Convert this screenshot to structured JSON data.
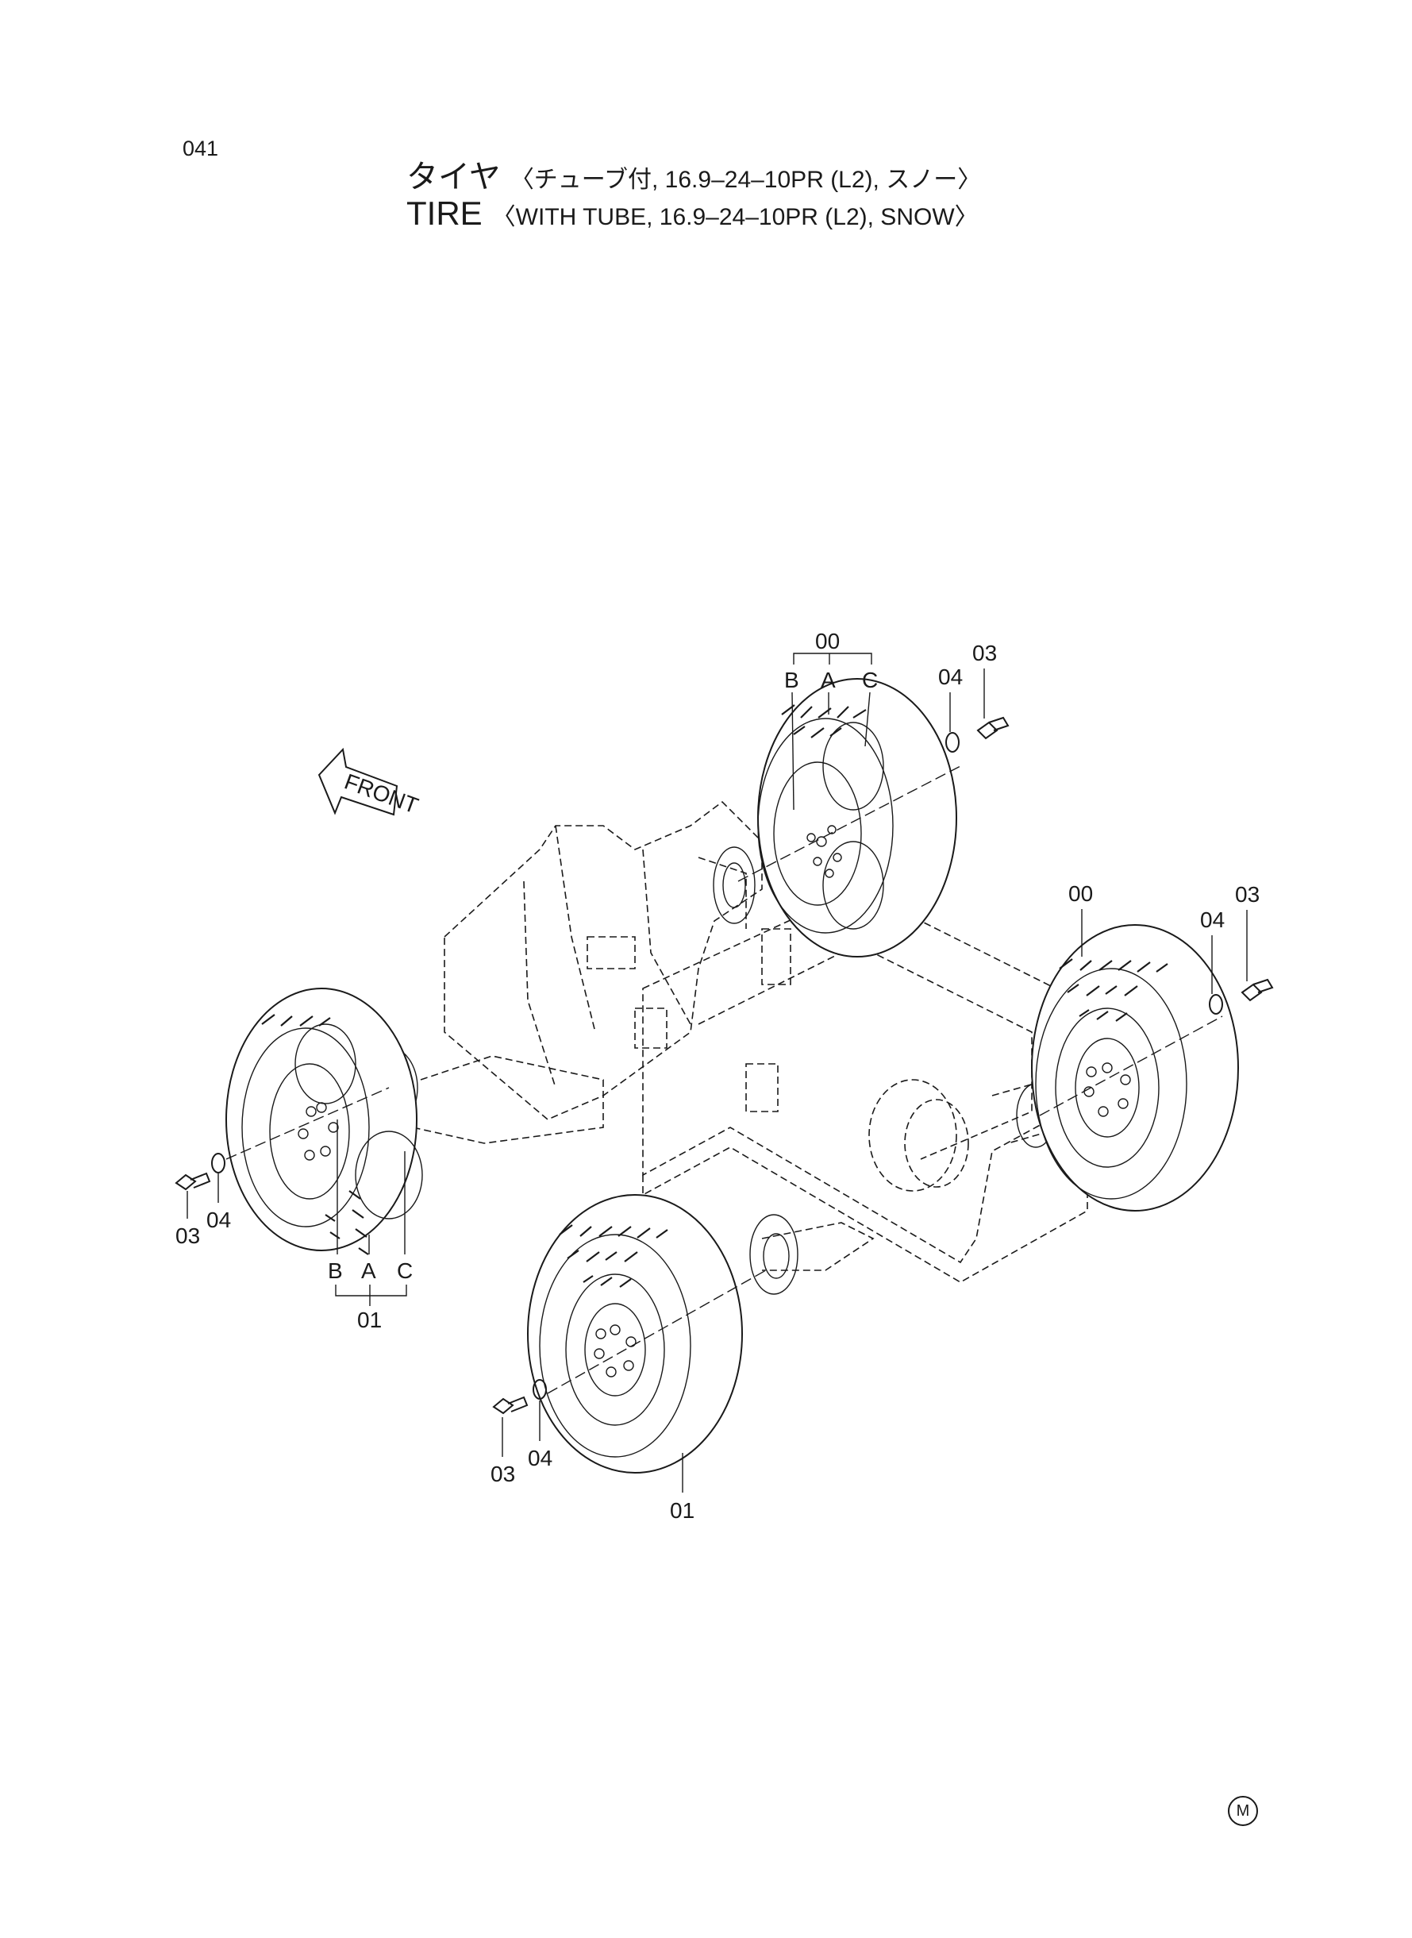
{
  "page": {
    "number": "041",
    "title_jp": "タイヤ",
    "subtitle_jp": "〈チューブ付, 16.9–24–10PR (L2), スノー〉",
    "title_en": "TIRE",
    "subtitle_en": "〈WITH TUBE, 16.9–24–10PR (L2), SNOW〉",
    "mark": "M"
  },
  "diagram": {
    "front_label": "FRONT",
    "callouts": {
      "rear_left_assy": "00",
      "rear_left_b": "B",
      "rear_left_a": "A",
      "rear_left_c": "C",
      "rear_left_washer": "04",
      "rear_left_bolt": "03",
      "rear_right_assy": "00",
      "rear_right_washer": "04",
      "rear_right_bolt": "03",
      "front_left_bolt": "03",
      "front_left_washer": "04",
      "front_left_b": "B",
      "front_left_a": "A",
      "front_left_c": "C",
      "front_left_assy": "01",
      "front_right_bolt": "03",
      "front_right_washer": "04",
      "front_right_assy": "01"
    }
  }
}
